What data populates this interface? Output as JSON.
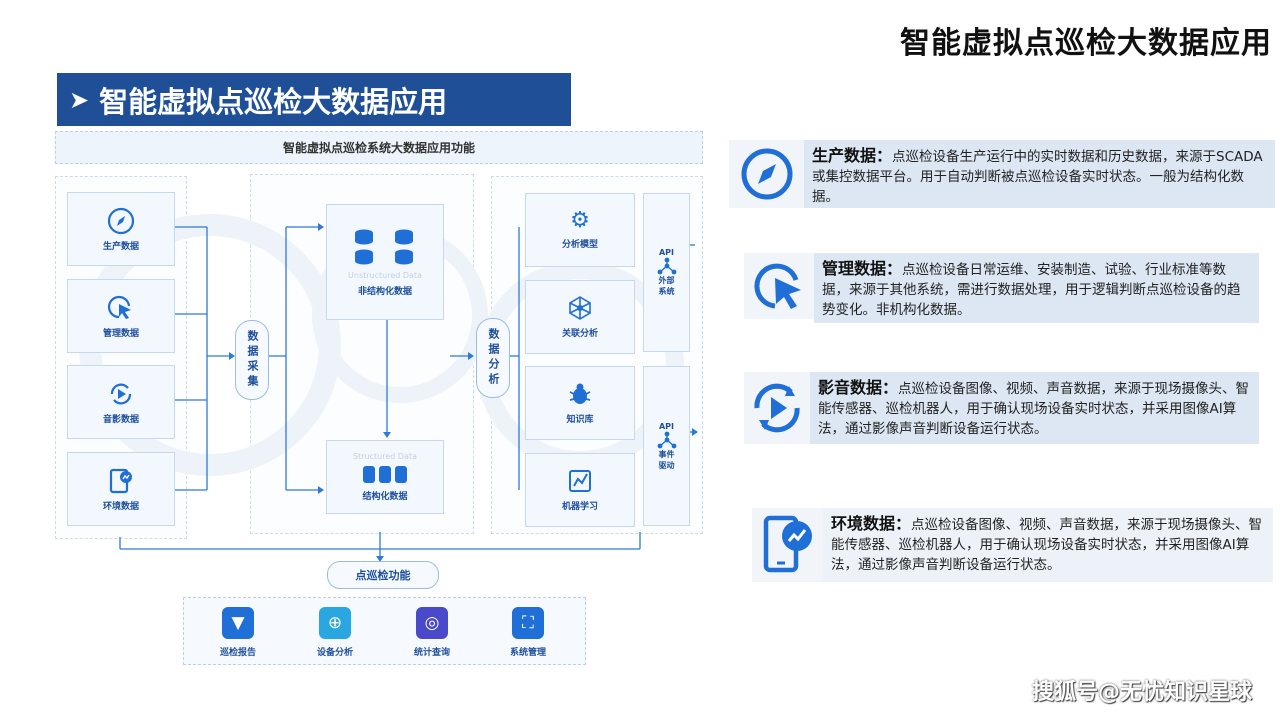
{
  "page_title": "智能虚拟点巡检大数据应用",
  "banner": {
    "arrow": "➤",
    "title": "智能虚拟点巡检大数据应用"
  },
  "diagram": {
    "title": "智能虚拟点巡检系统大数据应用功能",
    "sources": [
      "生产数据",
      "管理数据",
      "音影数据",
      "环境数据"
    ],
    "collect_label": "数据采集",
    "unstructured": {
      "ghost": "Unstructured Data",
      "label": "非结构化数据"
    },
    "structured": {
      "ghost": "Structured Data",
      "label": "结构化数据"
    },
    "analysis_label": "数据分析",
    "analysis_items": [
      "分析模型",
      "关联分析",
      "知识库",
      "机器学习"
    ],
    "api_external": {
      "api": "API",
      "label": "外部系统"
    },
    "api_event": {
      "api": "API",
      "label": "事件驱动"
    },
    "inspection_label": "点巡检功能",
    "functions": [
      {
        "label": "巡检报告",
        "color": "#1f6fd6",
        "icon": "send-icon"
      },
      {
        "label": "设备分析",
        "color": "#2aa6e0",
        "icon": "target-icon"
      },
      {
        "label": "统计查询",
        "color": "#4a49c9",
        "icon": "crosshair-icon"
      },
      {
        "label": "系统管理",
        "color": "#1f6fd6",
        "icon": "user-frame-icon"
      }
    ]
  },
  "cards": [
    {
      "title": "生产数据：",
      "text": "点巡检设备生产运行中的实时数据和历史数据，来源于SCADA或集控数据平台。用于自动判断被点巡检设备实时状态。一般为结构化数据。",
      "icon": "compass-icon"
    },
    {
      "title": "管理数据：",
      "text": "点巡检设备日常运维、安装制造、试验、行业标准等数据，来源于其他系统，需进行数据处理，用于逻辑判断点巡检设备的趋势变化。非机构化数据。",
      "icon": "cursor-click-icon"
    },
    {
      "title": "影音数据：",
      "text": "点巡检设备图像、视频、声音数据，来源于现场摄像头、智能传感器、巡检机器人，用于确认现场设备实时状态，并采用图像AI算法，通过影像声音判断设备运行状态。",
      "icon": "play-refresh-icon"
    },
    {
      "title": "环境数据：",
      "text": "点巡检设备图像、视频、声音数据，来源于现场摄像头、智能传感器、巡检机器人，用于确认现场设备实时状态，并采用图像AI算法，通过影像声音判断设备运行状态。",
      "icon": "tablet-chart-icon"
    }
  ],
  "watermark": "搜狐号@无忧知识星球",
  "colors": {
    "banner": "#1e4f97",
    "icon_blue": "#1f6fd6",
    "card_bg": "#dce7f3"
  }
}
